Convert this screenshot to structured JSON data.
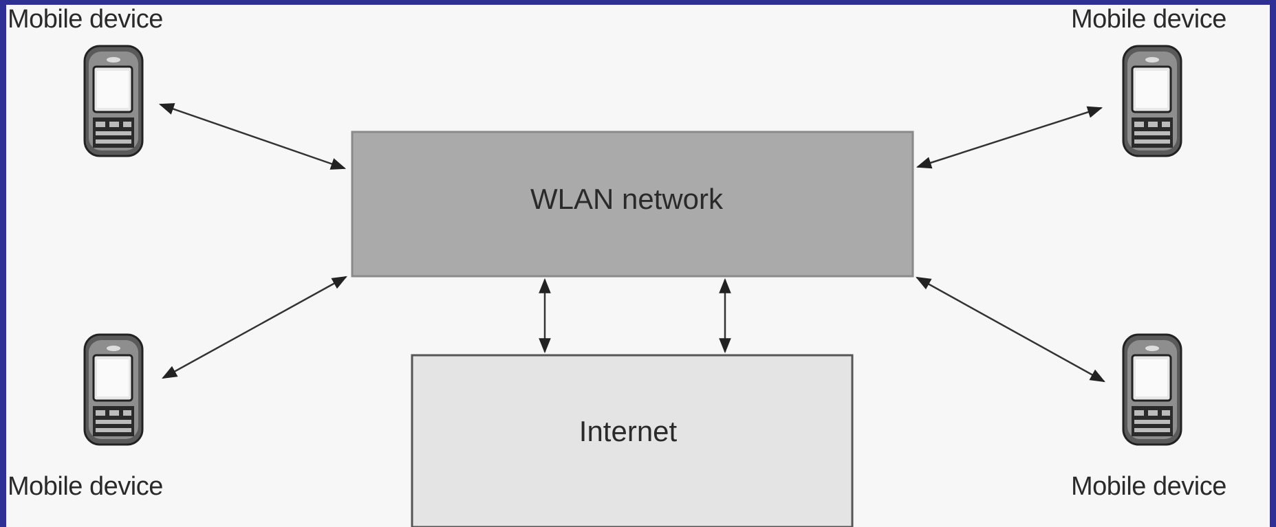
{
  "nodes": {
    "wlan": {
      "label": "WLAN network",
      "fill": "#aaaaaa"
    },
    "internet": {
      "label": "Internet",
      "fill": "#e4e4e4"
    }
  },
  "devices": {
    "top_left": "Mobile device",
    "top_right": "Mobile device",
    "bottom_left": "Mobile device",
    "bottom_right": "Mobile device"
  },
  "icons": {
    "device": "mobile-phone-icon"
  },
  "colors": {
    "border": "#2f2f95",
    "background": "#f7f7f7",
    "stroke": "#333333"
  }
}
